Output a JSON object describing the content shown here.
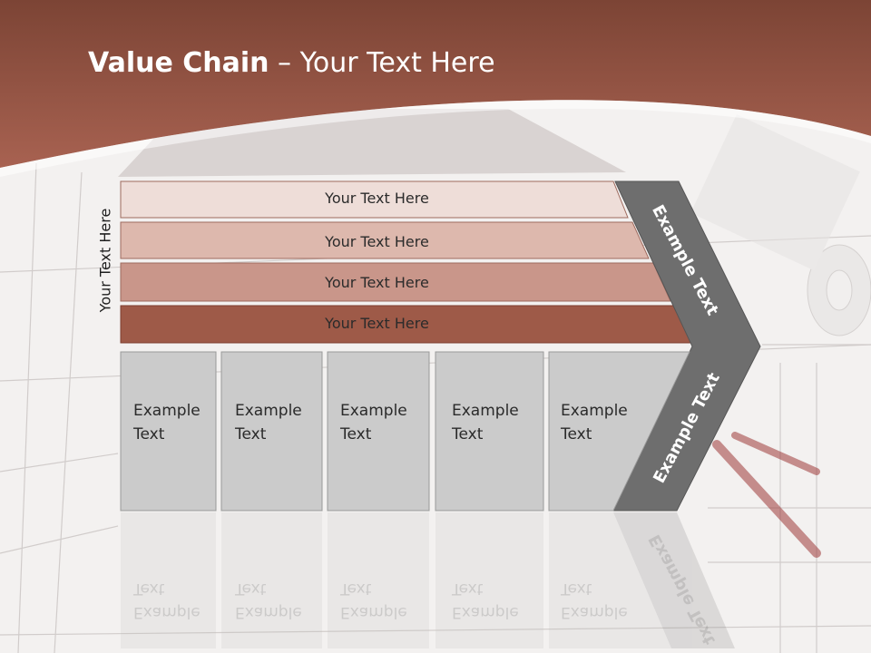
{
  "slide": {
    "title_bold": "Value Chain",
    "title_rest": " – Your Text Here",
    "side_label": "Your Text Here"
  },
  "bands": [
    {
      "label": "Your Text Here",
      "color": "#eeddd8"
    },
    {
      "label": "Your Text Here",
      "color": "#ddb8ad"
    },
    {
      "label": "Your Text Here",
      "color": "#c9968a"
    },
    {
      "label": "Your Text Here",
      "color": "#9e5a48"
    }
  ],
  "boxes": [
    {
      "line1": "Example",
      "line2": "Text"
    },
    {
      "line1": "Example",
      "line2": "Text"
    },
    {
      "line1": "Example",
      "line2": "Text"
    },
    {
      "line1": "Example",
      "line2": "Text"
    },
    {
      "line1": "Example",
      "line2": "Text"
    }
  ],
  "arrow": {
    "upper_label": "Example Text",
    "lower_label": "Example Text",
    "color": "#6e6e6e"
  },
  "colors": {
    "header": "#9a5a4a",
    "box_fill": "#cbcbcb",
    "background": "#f3f1f0"
  }
}
